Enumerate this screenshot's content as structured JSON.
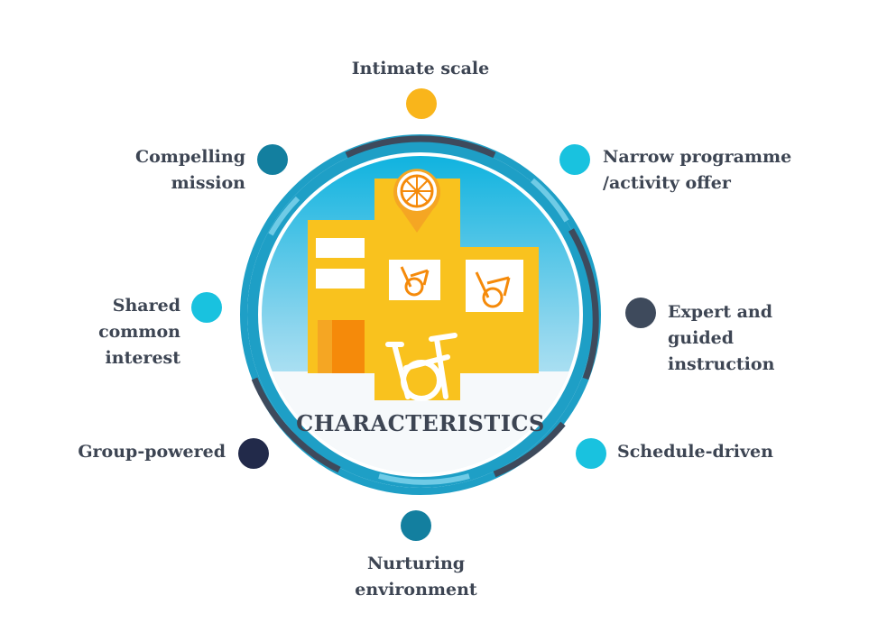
{
  "center_label": "CHARACTERISTICS",
  "items": [
    {
      "lines": [
        "Intimate scale"
      ],
      "color": "#f9b51b"
    },
    {
      "lines": [
        "Narrow programme",
        "/activity offer"
      ],
      "color": "#19c2df"
    },
    {
      "lines": [
        "Expert and",
        "guided",
        "instruction"
      ],
      "color": "#3e4a5c"
    },
    {
      "lines": [
        "Schedule-driven"
      ],
      "color": "#19c2df"
    },
    {
      "lines": [
        "Nurturing",
        "environment"
      ],
      "color": "#137f9f"
    },
    {
      "lines": [
        "Group-powered"
      ],
      "color": "#222a4a"
    },
    {
      "lines": [
        "Shared",
        "common",
        "interest"
      ],
      "color": "#19c2df"
    },
    {
      "lines": [
        "Compelling",
        "mission"
      ],
      "color": "#137f9f"
    }
  ],
  "colors": {
    "ring_main": "#1e9fc6",
    "ring_dark": "#3e4a5c",
    "sky_top": "#1ab6de",
    "sky_bottom": "#e6f5fb",
    "building": "#f9c21e",
    "building_dark": "#f5a623",
    "door": "#f58a0a"
  }
}
